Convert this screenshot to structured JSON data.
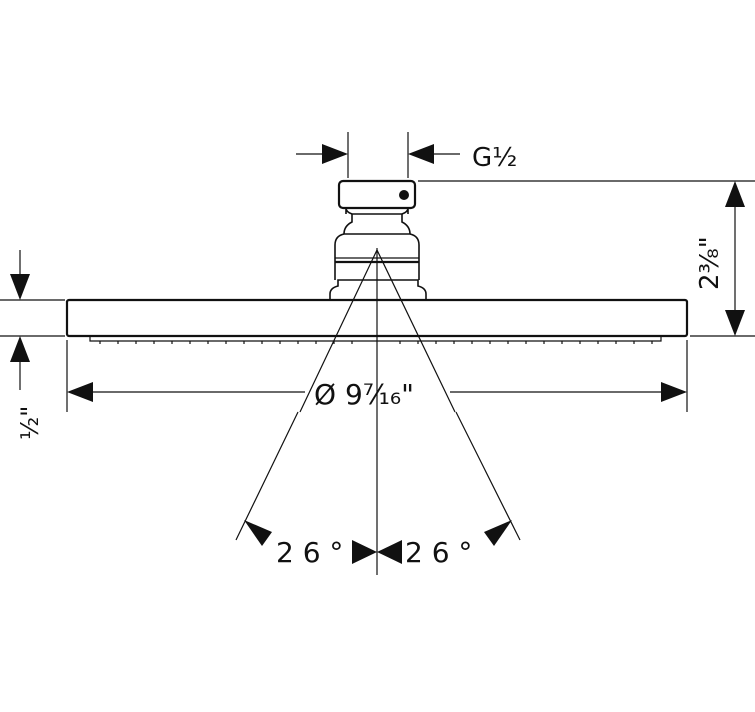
{
  "drawing": {
    "thread_label": "G½",
    "height_label": "2³⁄₈\"",
    "thickness_label": "½\"",
    "diameter_label": "Ø 9⁷⁄₁₆\"",
    "angle_left_label": "2 6 °",
    "angle_right_label": "2 6 °"
  },
  "colors": {
    "line": "#111111",
    "background": "#ffffff"
  }
}
